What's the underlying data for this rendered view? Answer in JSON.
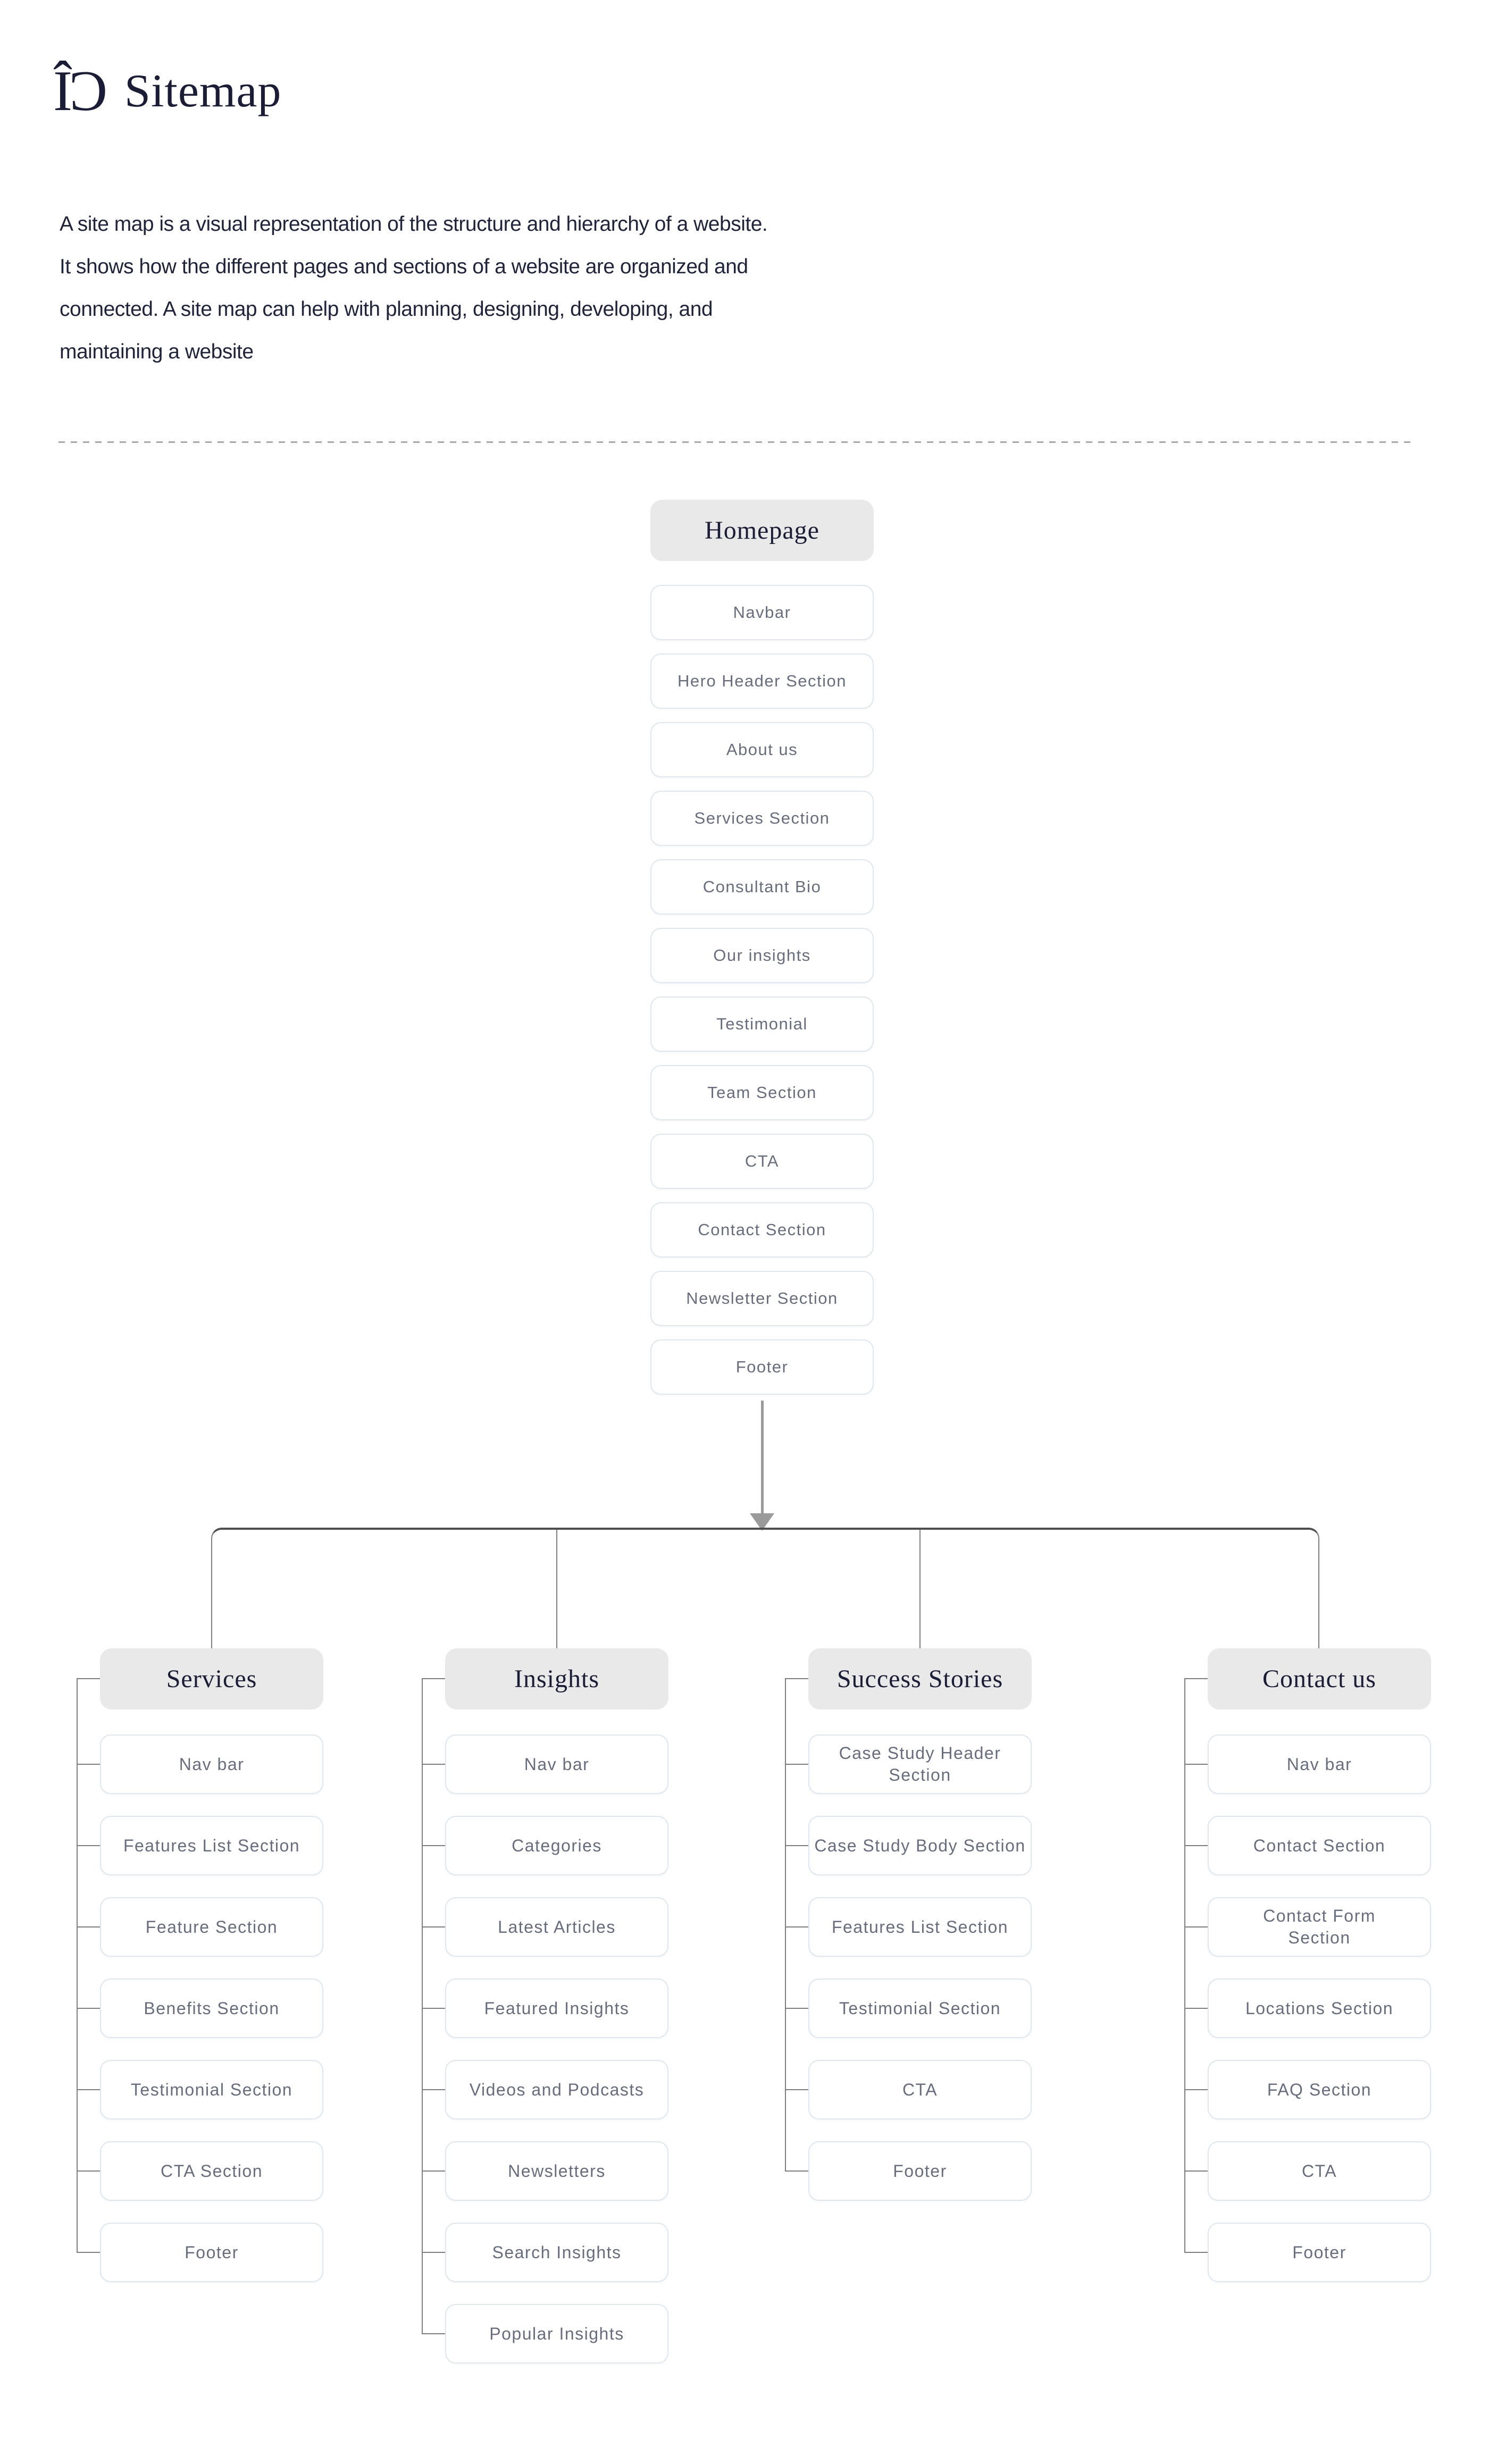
{
  "page": {
    "logo_text": "ÎƆ",
    "title": "Sitemap",
    "description": "A site map is a visual representation of the structure and hierarchy of a website.\nIt shows how the different pages and sections of a website are organized and\nconnected. A site map can help with planning, designing, developing, and\nmaintaining a website"
  },
  "homepage": {
    "label": "Homepage",
    "items": [
      "Navbar",
      "Hero Header Section",
      "About us",
      "Services Section",
      "Consultant Bio",
      "Our insights",
      "Testimonial",
      "Team Section",
      "CTA",
      "Contact Section",
      "Newsletter Section",
      "Footer"
    ]
  },
  "columns": [
    {
      "label": "Services",
      "items": [
        "Nav bar",
        "Features List Section",
        "Feature Section",
        "Benefits Section",
        "Testimonial Section",
        "CTA Section",
        "Footer"
      ]
    },
    {
      "label": "Insights",
      "items": [
        "Nav bar",
        "Categories",
        "Latest Articles",
        "Featured Insights",
        "Videos and Podcasts",
        "Newsletters",
        "Search Insights",
        "Popular Insights"
      ]
    },
    {
      "label": "Success Stories",
      "items": [
        "Case Study Header\nSection",
        "Case Study Body Section",
        "Features List Section",
        "Testimonial Section",
        "CTA",
        "Footer"
      ]
    },
    {
      "label": "Contact us",
      "items": [
        "Nav bar",
        "Contact Section",
        "Contact Form\nSection",
        "Locations Section",
        "FAQ Section",
        "CTA",
        "Footer"
      ]
    }
  ],
  "colors": {
    "ink": "#1b1c35",
    "item_text": "#676d7c",
    "item_border": "#dfe6ed",
    "header_bg": "#e9e9ea",
    "connector_line": "#7e7e7e",
    "bracket_line": "#4f4f4f",
    "arrow": "#9a9a9a",
    "divider": "#a8a8a8",
    "background": "#ffffff"
  }
}
